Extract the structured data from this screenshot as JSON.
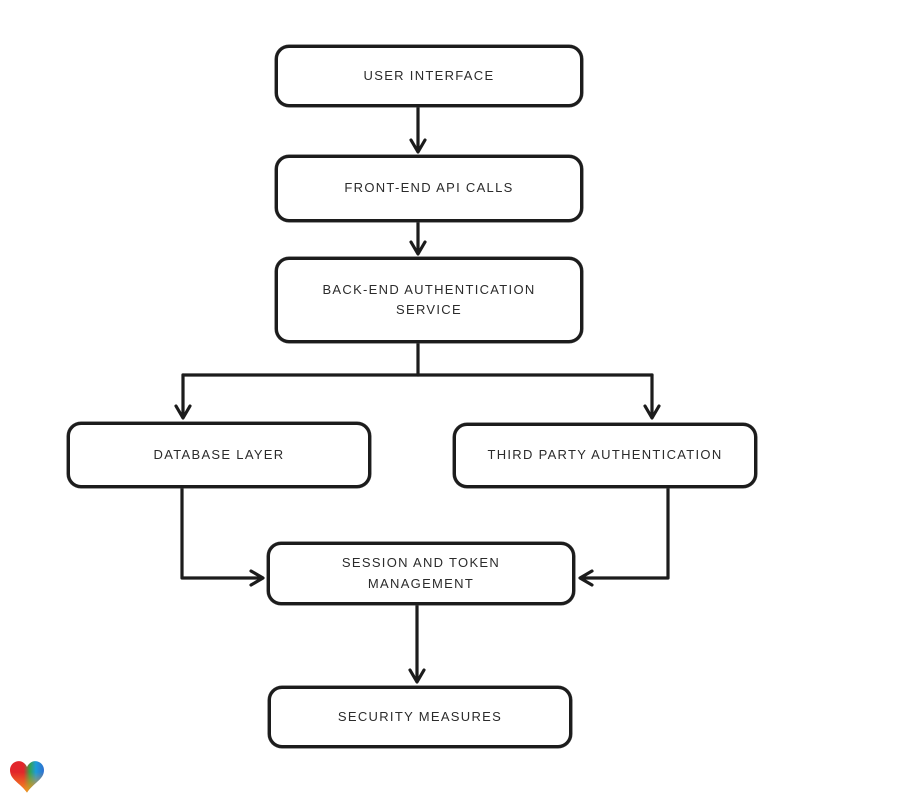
{
  "page": {
    "background": "#ffffff"
  },
  "diagram": {
    "type": "flowchart",
    "stroke_color": "#1c1c1c",
    "node_fill": "#ffffff",
    "nodes": [
      {
        "id": "user-interface",
        "label": "USER INTERFACE"
      },
      {
        "id": "front-end-api-calls",
        "label": "FRONT-END API CALLS"
      },
      {
        "id": "back-end-authentication-service",
        "label": "BACK-END AUTHENTICATION SERVICE"
      },
      {
        "id": "database-layer",
        "label": "DATABASE LAYER"
      },
      {
        "id": "third-party-authentication",
        "label": "THIRD PARTY AUTHENTICATION"
      },
      {
        "id": "session-and-token-management",
        "label": "SESSION AND TOKEN MANAGEMENT"
      },
      {
        "id": "security-measures",
        "label": "SECURITY MEASURES"
      }
    ],
    "edges": [
      {
        "from": "user-interface",
        "to": "front-end-api-calls"
      },
      {
        "from": "front-end-api-calls",
        "to": "back-end-authentication-service"
      },
      {
        "from": "back-end-authentication-service",
        "to": "database-layer"
      },
      {
        "from": "back-end-authentication-service",
        "to": "third-party-authentication"
      },
      {
        "from": "database-layer",
        "to": "session-and-token-management"
      },
      {
        "from": "third-party-authentication",
        "to": "session-and-token-management"
      },
      {
        "from": "session-and-token-management",
        "to": "security-measures"
      }
    ]
  },
  "logo": {
    "icon": "heart-logo",
    "colors": {
      "red": "#e2262b",
      "green": "#35a24b",
      "blue": "#2f6fd0",
      "orange": "#f7941d"
    }
  }
}
